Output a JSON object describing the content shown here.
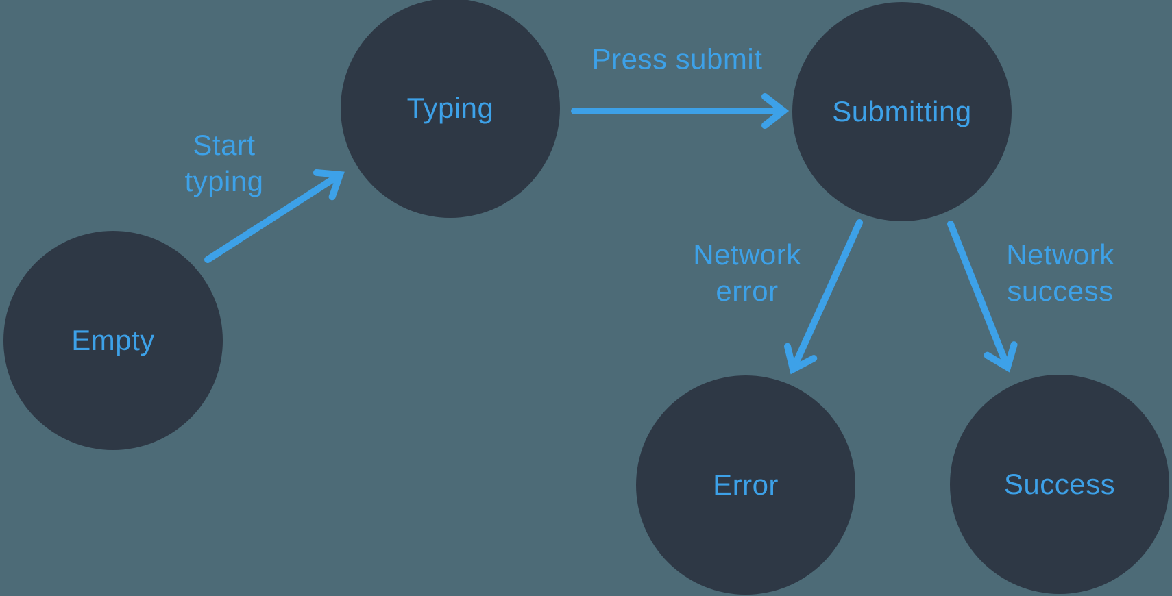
{
  "diagram": {
    "title": "form-state-machine",
    "colors": {
      "background": "#4d6b77",
      "node_fill": "#2e3845",
      "accent": "#3da1e8"
    },
    "nodes": [
      {
        "id": "empty",
        "label": "Empty"
      },
      {
        "id": "typing",
        "label": "Typing"
      },
      {
        "id": "submitting",
        "label": "Submitting"
      },
      {
        "id": "error",
        "label": "Error"
      },
      {
        "id": "success",
        "label": "Success"
      }
    ],
    "edges": [
      {
        "from": "empty",
        "to": "typing",
        "label": "Start\ntyping"
      },
      {
        "from": "typing",
        "to": "submitting",
        "label": "Press submit"
      },
      {
        "from": "submitting",
        "to": "error",
        "label": "Network\nerror"
      },
      {
        "from": "submitting",
        "to": "success",
        "label": "Network\nsuccess"
      }
    ]
  }
}
